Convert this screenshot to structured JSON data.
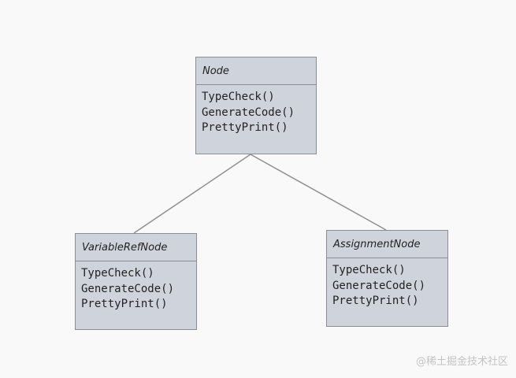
{
  "diagram": {
    "classes": [
      {
        "id": "node",
        "name": "Node",
        "methods": [
          "TypeCheck()",
          "GenerateCode()",
          "PrettyPrint()"
        ]
      },
      {
        "id": "varref",
        "name": "VariableRefNode",
        "methods": [
          "TypeCheck()",
          "GenerateCode()",
          "PrettyPrint()"
        ]
      },
      {
        "id": "assign",
        "name": "AssignmentNode",
        "methods": [
          "TypeCheck()",
          "GenerateCode()",
          "PrettyPrint()"
        ]
      }
    ],
    "relations": [
      {
        "from": "varref",
        "to": "node"
      },
      {
        "from": "assign",
        "to": "node"
      }
    ],
    "colors": {
      "box_fill": "#cfd3dc",
      "box_border": "#8a8d94",
      "connector": "#8f8f8f",
      "background": "#f9f9f9"
    }
  },
  "watermark": "@稀土掘金技术社区"
}
